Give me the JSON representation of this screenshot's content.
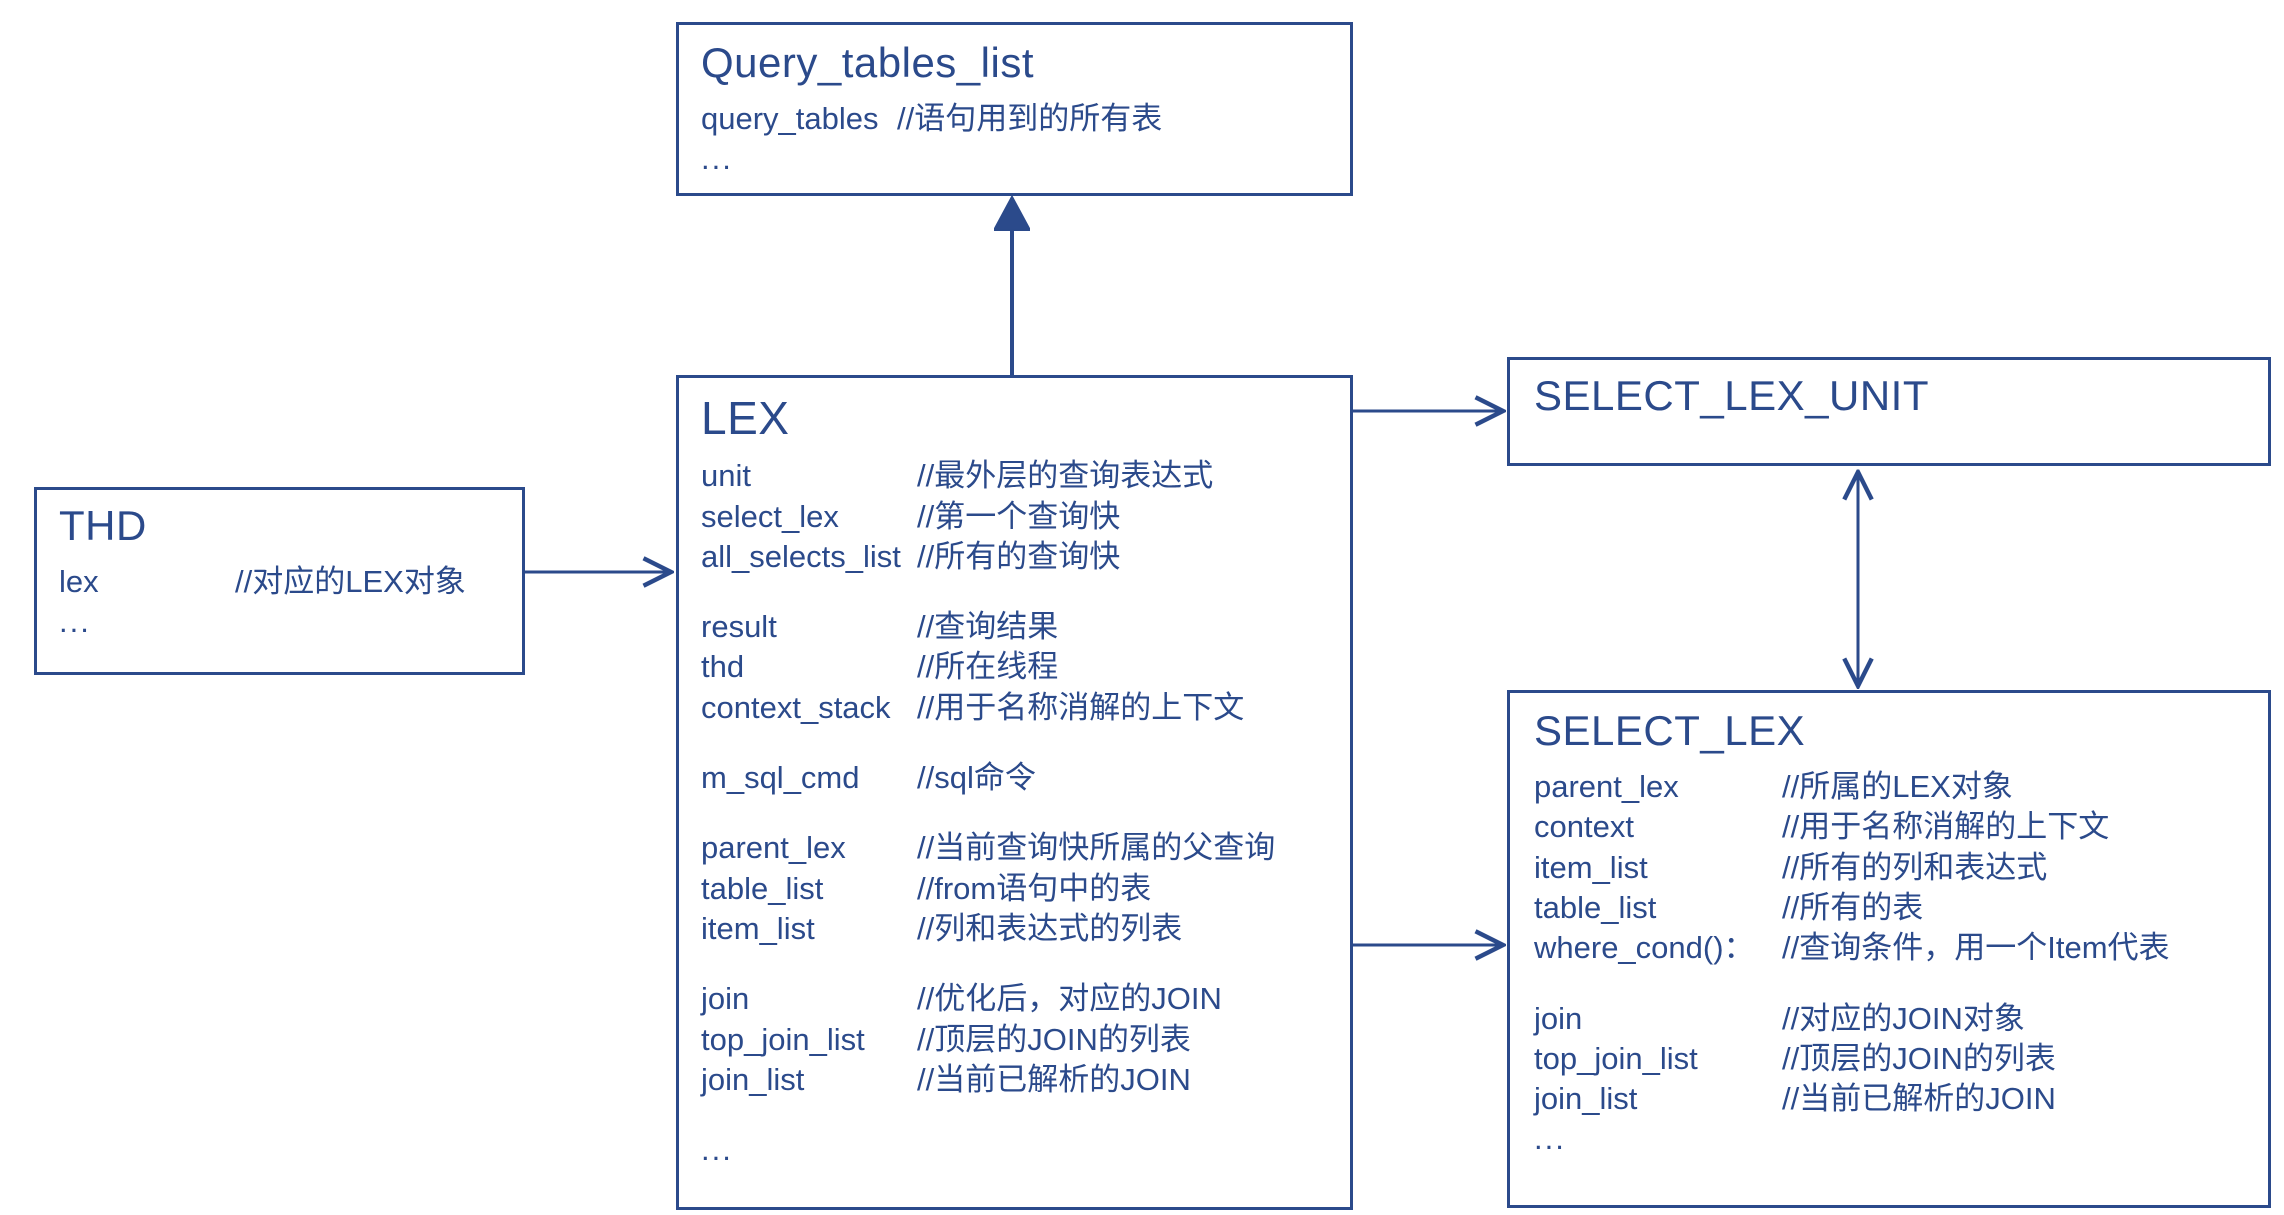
{
  "diagram": {
    "title": "MySQL LEX / SELECT_LEX class relationship diagram",
    "accent_color": "#2b4a8b",
    "background_color": "#ffffff",
    "ellipsis": "..."
  },
  "boxes": {
    "query_tables_list": {
      "title": "Query_tables_list",
      "fields": [
        {
          "name": "query_tables",
          "comment": "//语句用到的所有表"
        }
      ],
      "trailing_ellipsis": "..."
    },
    "thd": {
      "title": "THD",
      "fields": [
        {
          "name": "lex",
          "comment": "//对应的LEX对象"
        }
      ],
      "trailing_ellipsis": "..."
    },
    "lex": {
      "title": "LEX",
      "groups": [
        {
          "fields": [
            {
              "name": "unit",
              "comment": "//最外层的查询表达式"
            },
            {
              "name": "select_lex",
              "comment": "//第一个查询快"
            },
            {
              "name": "all_selects_list",
              "comment": "//所有的查询快"
            }
          ]
        },
        {
          "fields": [
            {
              "name": "result",
              "comment": "//查询结果"
            },
            {
              "name": "thd",
              "comment": "//所在线程"
            },
            {
              "name": "context_stack",
              "comment": "//用于名称消解的上下文"
            }
          ]
        },
        {
          "fields": [
            {
              "name": "m_sql_cmd",
              "comment": "//sql命令"
            }
          ]
        },
        {
          "fields": [
            {
              "name": "parent_lex",
              "comment": "//当前查询快所属的父查询"
            },
            {
              "name": "table_list",
              "comment": "//from语句中的表"
            },
            {
              "name": "item_list",
              "comment": "//列和表达式的列表"
            }
          ]
        },
        {
          "fields": [
            {
              "name": "join",
              "comment": "//优化后，对应的JOIN"
            },
            {
              "name": "top_join_list",
              "comment": "//顶层的JOIN的列表"
            },
            {
              "name": "join_list",
              "comment": "//当前已解析的JOIN"
            }
          ]
        }
      ],
      "trailing_ellipsis": "..."
    },
    "select_lex_unit": {
      "title": "SELECT_LEX_UNIT",
      "fields": []
    },
    "select_lex": {
      "title": "SELECT_LEX",
      "groups": [
        {
          "fields": [
            {
              "name": "parent_lex",
              "comment": "//所属的LEX对象"
            },
            {
              "name": "context",
              "comment": "//用于名称消解的上下文"
            },
            {
              "name": "item_list",
              "comment": "//所有的列和表达式"
            },
            {
              "name": "table_list",
              "comment": "//所有的表"
            },
            {
              "name": "where_cond()：",
              "comment": "//查询条件，用一个Item代表"
            }
          ]
        },
        {
          "fields": [
            {
              "name": "join",
              "comment": "//对应的JOIN对象"
            },
            {
              "name": "top_join_list",
              "comment": "//顶层的JOIN的列表"
            },
            {
              "name": "join_list",
              "comment": "//当前已解析的JOIN"
            }
          ]
        }
      ],
      "trailing_ellipsis": "..."
    }
  },
  "connectors": [
    {
      "id": "thd-to-lex",
      "from": "thd",
      "to": "lex",
      "style": "open-arrow",
      "direction": "one-way"
    },
    {
      "id": "lex-to-query-tables-list",
      "from": "lex",
      "to": "query_tables_list",
      "style": "filled-arrow",
      "direction": "one-way"
    },
    {
      "id": "lex-to-select-lex-unit",
      "from": "lex",
      "to": "select_lex_unit",
      "style": "open-arrow",
      "direction": "one-way"
    },
    {
      "id": "lex-to-select-lex",
      "from": "lex",
      "to": "select_lex",
      "style": "open-arrow",
      "direction": "one-way"
    },
    {
      "id": "select-lex-unit-to-select-lex",
      "from": "select_lex_unit",
      "to": "select_lex",
      "style": "open-arrow",
      "direction": "two-way"
    }
  ]
}
